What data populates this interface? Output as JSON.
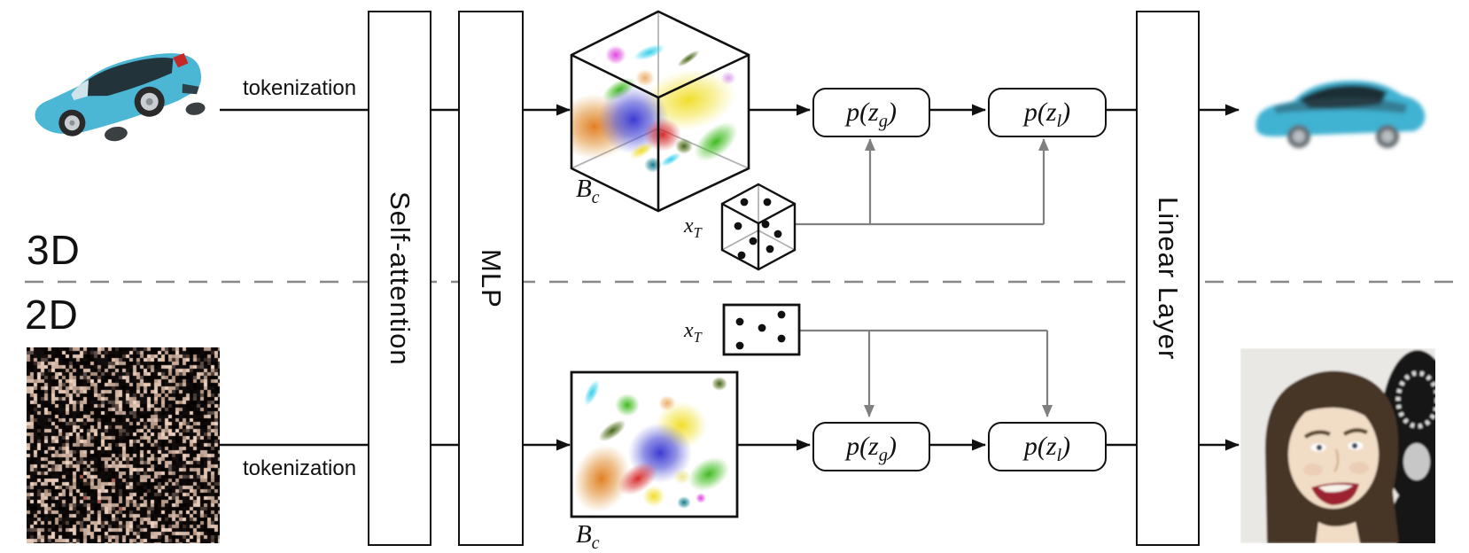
{
  "section_labels": {
    "top": "3D",
    "bottom": "2D"
  },
  "edges": {
    "tokenization_top": "tokenization",
    "tokenization_bottom": "tokenization"
  },
  "blocks": {
    "self_attention": "Self-attention",
    "mlp": "MLP",
    "linear_layer": "Linear Layer"
  },
  "math": {
    "p_zg": {
      "prefix": "p(z",
      "sub": "g",
      "suffix": ")"
    },
    "p_zl": {
      "prefix": "p(z",
      "sub": "l",
      "suffix": ")"
    },
    "b_c": {
      "base": "B",
      "sub": "c"
    },
    "x_t": {
      "base": "x",
      "sub": "T"
    }
  },
  "images": {
    "input_3d": "teal-toy-car-render",
    "output_3d": "blurred-teal-car-render",
    "input_2d": "noisy-speckled-image",
    "output_2d": "reconstructed-face-photo"
  },
  "colors": {
    "line": "#111111",
    "noise_path_line": "#808080",
    "divider_dash": "#888888",
    "car_body": "#49b4d4",
    "noise_bg": "#050403",
    "noise_speckle": "#d9bcab",
    "blob_blue": "#3535d0",
    "blob_orange": "#e07818",
    "blob_yellow": "#f2de2a",
    "blob_red": "#d42020",
    "blob_green": "#3db81c"
  }
}
